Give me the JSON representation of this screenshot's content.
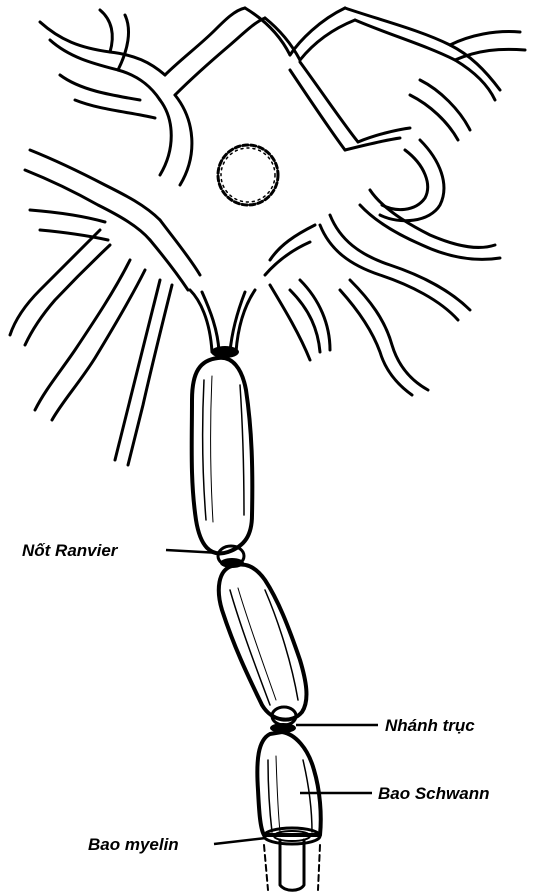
{
  "labels": {
    "node_of_ranvier": "Nốt Ranvier",
    "axon": "Nhánh trục",
    "schwann_sheath": "Bao Schwann",
    "myelin_sheath": "Bao myelin"
  },
  "colors": {
    "ink": "#000000",
    "background": "#ffffff"
  }
}
